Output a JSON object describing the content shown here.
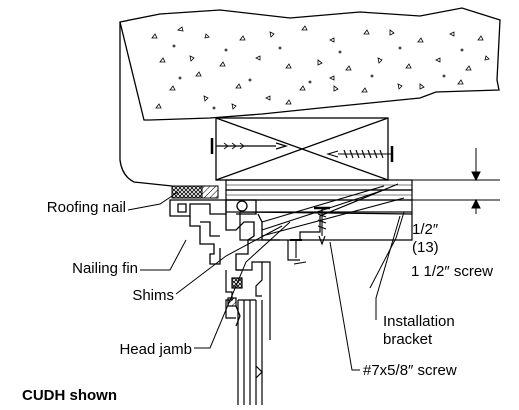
{
  "labels": {
    "roofing_nail": "Roofing nail",
    "nailing_fin": "Nailing fin",
    "shims": "Shims",
    "head_jamb": "Head jamb",
    "dimension_fraction": "1/2″",
    "dimension_metric": "(13)",
    "screw_long": "1 1/2″ screw",
    "installation_bracket_line1": "Installation",
    "installation_bracket_line2": "bracket",
    "screw_short": "#7x5/8″ screw",
    "caption": "CUDH shown"
  },
  "colors": {
    "stroke": "#000000",
    "background": "#ffffff"
  }
}
